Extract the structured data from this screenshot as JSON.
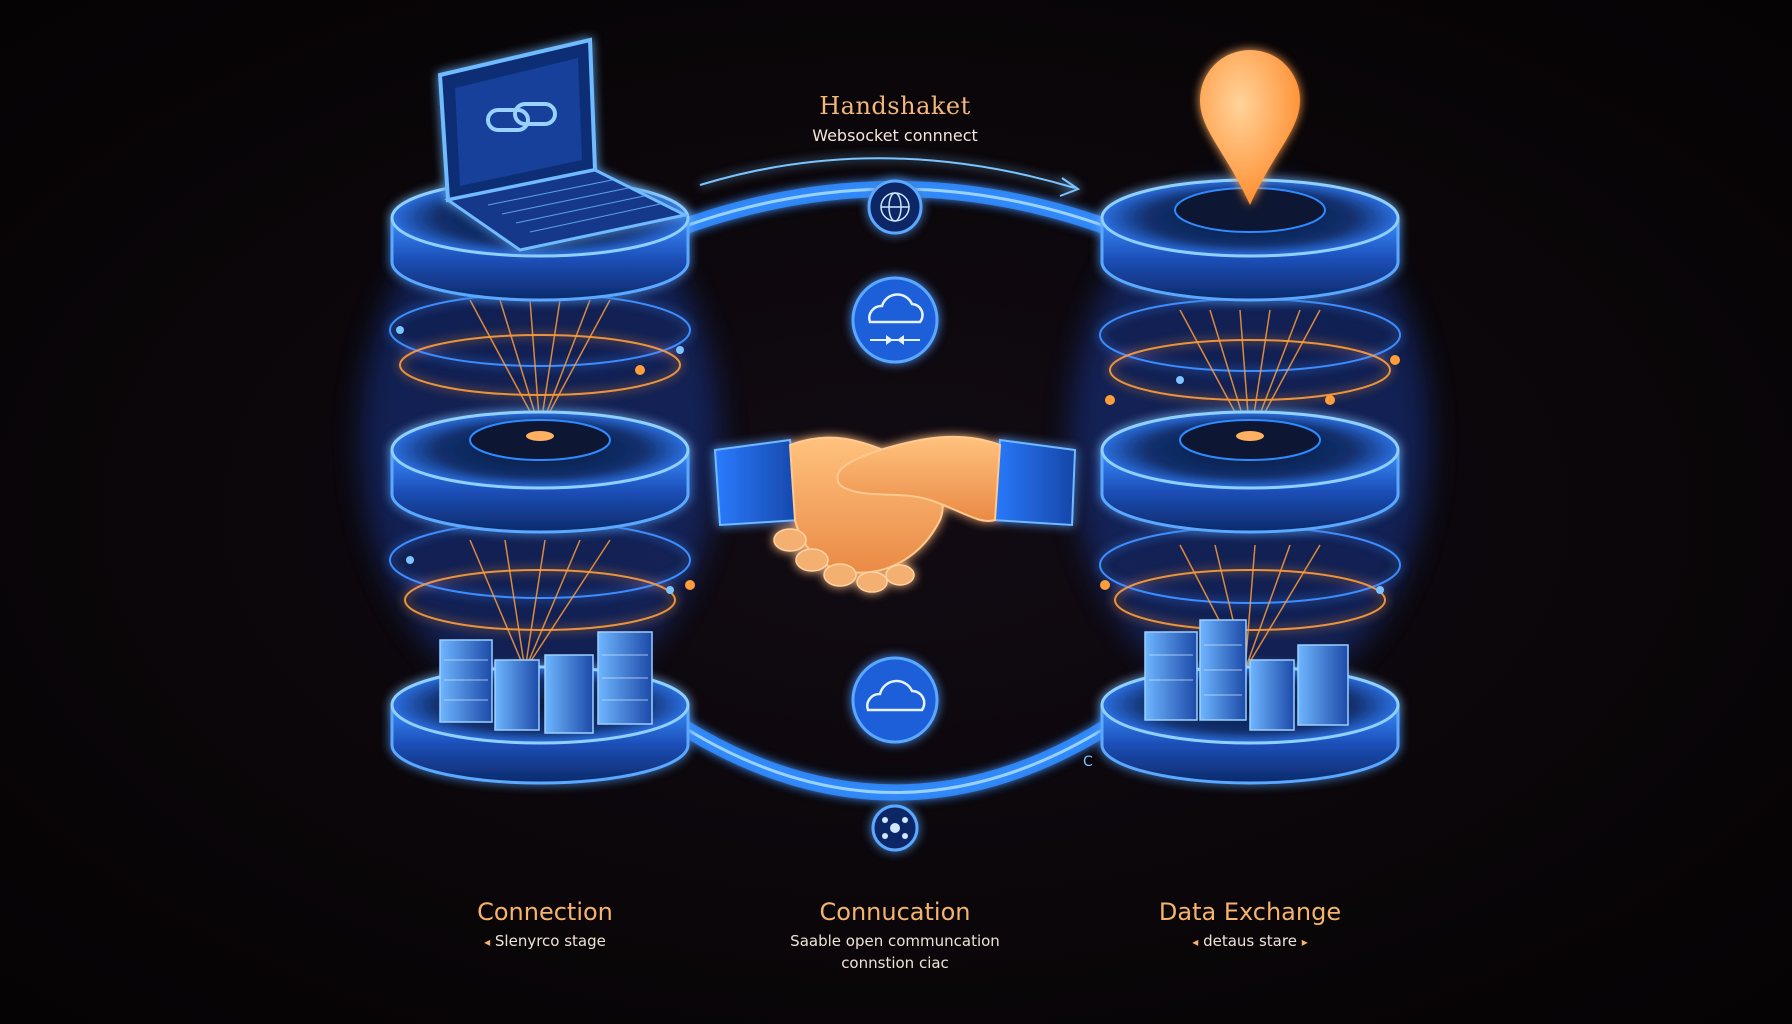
{
  "top": {
    "title": "Handshaket",
    "subtitle": "Websocket connnect"
  },
  "stages": [
    {
      "title": "Connection",
      "description": "Slenyrco stage",
      "left_arrow": "◂",
      "right_arrow": ""
    },
    {
      "title": "Connucation",
      "description_line1": "Saable open communcation",
      "description_line2": "connstion ciac"
    },
    {
      "title": "Data Exchange",
      "description": "detaus stare",
      "left_arrow": "◂",
      "right_arrow": "▸"
    }
  ],
  "ring_mark": "C",
  "colors": {
    "background": "#0a0609",
    "neon_blue": "#2f8bff",
    "neon_blue_light": "#7cc4ff",
    "neon_orange": "#ff9d3a",
    "skin": "#f2a566",
    "label_orange": "#f6b36d"
  },
  "icons": {
    "laptop": "laptop-icon",
    "link": "chain-link-icon",
    "globe": "globe-icon",
    "cloud_upper": "cloud-sync-icon",
    "cloud_lower": "cloud-icon",
    "network": "network-hub-icon",
    "pin": "location-pin-icon",
    "handshake": "handshake-icon",
    "servers": "server-rack-icon"
  }
}
